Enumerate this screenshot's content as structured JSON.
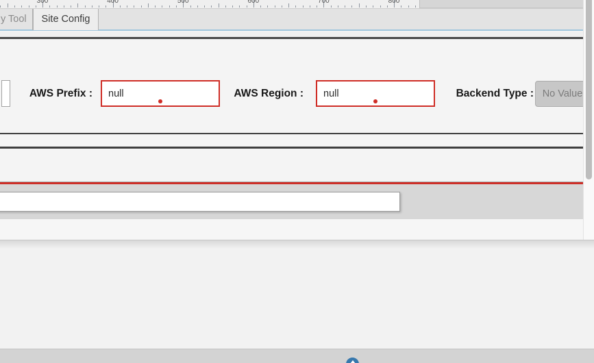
{
  "ruler": {
    "labels": [
      "300",
      "400",
      "500",
      "600",
      "700",
      "800"
    ]
  },
  "tabs": {
    "items": [
      {
        "label": "y Tool",
        "active": false
      },
      {
        "label": "Site Config",
        "active": true
      }
    ]
  },
  "form": {
    "aws_prefix": {
      "label": "AWS Prefix :",
      "value": "null"
    },
    "aws_region": {
      "label": "AWS Region :",
      "value": "null"
    },
    "backend_type": {
      "label": "Backend Type :",
      "value": "No Value"
    }
  },
  "bottom_input": {
    "value": ""
  },
  "colors": {
    "error": "#cf2d26",
    "divider_red": "#cd2e27",
    "tab_underline_blue": "#9fc6dd",
    "fab_blue": "#3778ad",
    "dark_rule": "#3e3e3e"
  }
}
